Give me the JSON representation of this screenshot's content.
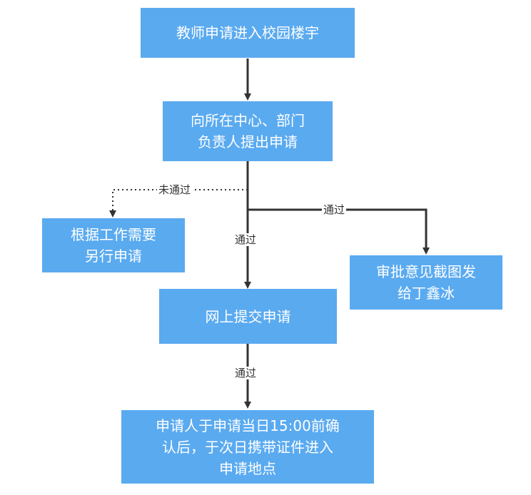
{
  "nodes": {
    "n1": "教师申请进入校园楼宇",
    "n2": "向所在中心、部门\n负责人提出申请",
    "n3": "根据工作需要\n另行申请",
    "n4": "网上提交申请",
    "n5": "审批意见截图发\n给丁鑫冰",
    "n6": "申请人于申请当日15:00前确\n认后，于次日携带证件进入\n申请地点"
  },
  "edges": {
    "e_fail": "未通过",
    "e_pass_right": "通过",
    "e_pass_down": "通过",
    "e_pass_final": "通过"
  },
  "colors": {
    "node_fill": "#5aaaf0",
    "node_text": "#ffffff",
    "line": "#333333"
  }
}
